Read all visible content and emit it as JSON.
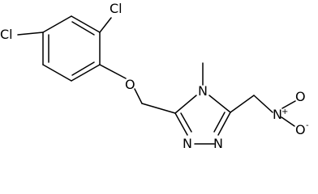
{
  "molecule": {
    "atoms": {
      "cl_top": "Cl",
      "cl_left": "Cl",
      "o_ether": "O",
      "n_ring_4": "N",
      "n_ring_1": "N",
      "n_ring_2": "N",
      "n_nitro": "N",
      "nitro_plus": "+",
      "o_nitro_top": "O",
      "o_nitro_right": "O",
      "nitro_minus": "-"
    }
  }
}
